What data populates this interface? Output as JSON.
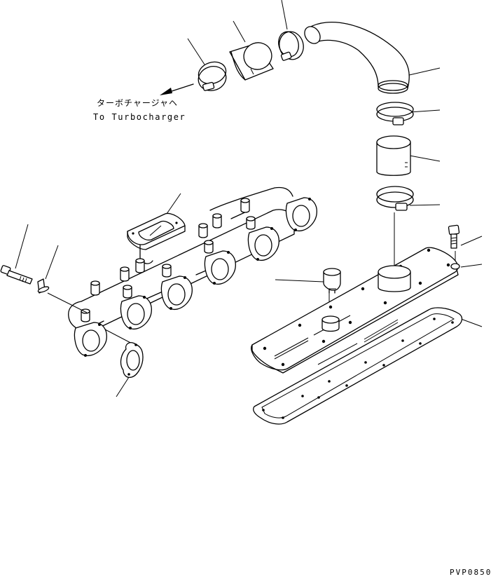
{
  "annotations": {
    "destination_jp": "ターボチャージャヘ",
    "destination_en": "To Turbocharger",
    "drawing_code": "PVP0850"
  },
  "icons": [
    "arrow-left-icon"
  ]
}
